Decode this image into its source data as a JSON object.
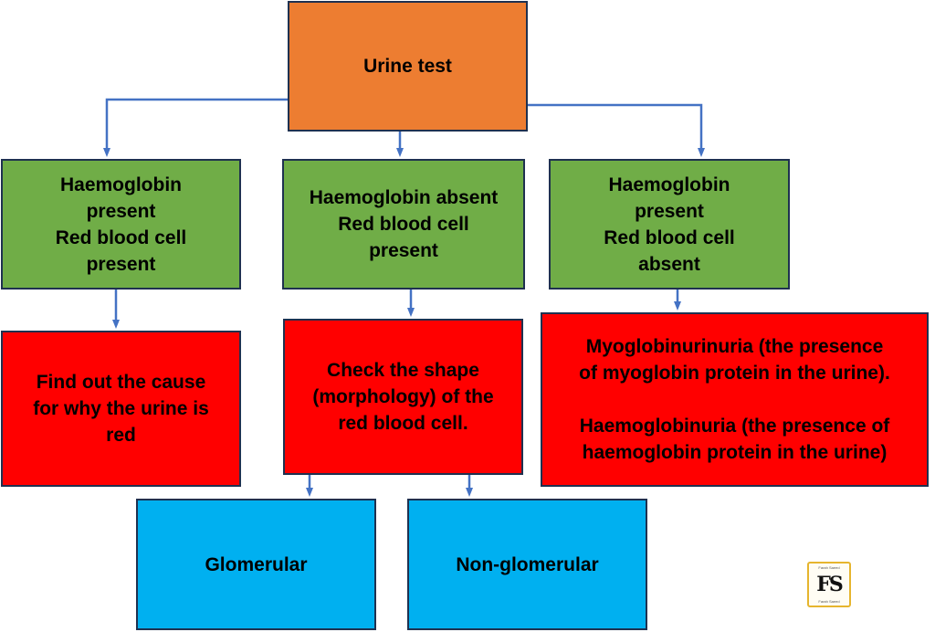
{
  "colors": {
    "root": "#ed7d31",
    "green": "#70ad47",
    "red": "#ff0000",
    "blue": "#00b0f0",
    "arrow": "#4472c4",
    "border": "#1f3150"
  },
  "nodes": {
    "root": "Urine test",
    "green_left": "Haemoglobin\npresent\nRed blood cell\npresent",
    "green_middle": "Haemoglobin absent\nRed blood cell\npresent",
    "green_right": "Haemoglobin\npresent\nRed blood cell\nabsent",
    "red_left": "Find out the cause\nfor why the urine is\nred",
    "red_middle": "Check the shape\n(morphology) of the\nred blood cell.",
    "red_right": "Myoglobinurinuria (the presence\nof myoglobin protein in the urine).\n\nHaemoglobinuria (the presence of\nhaemoglobin protein in the urine)",
    "blue_left": "Glomerular",
    "blue_right": "Non-glomerular"
  },
  "logo": {
    "monogram": "FS",
    "caption": "Farah Saeed"
  }
}
